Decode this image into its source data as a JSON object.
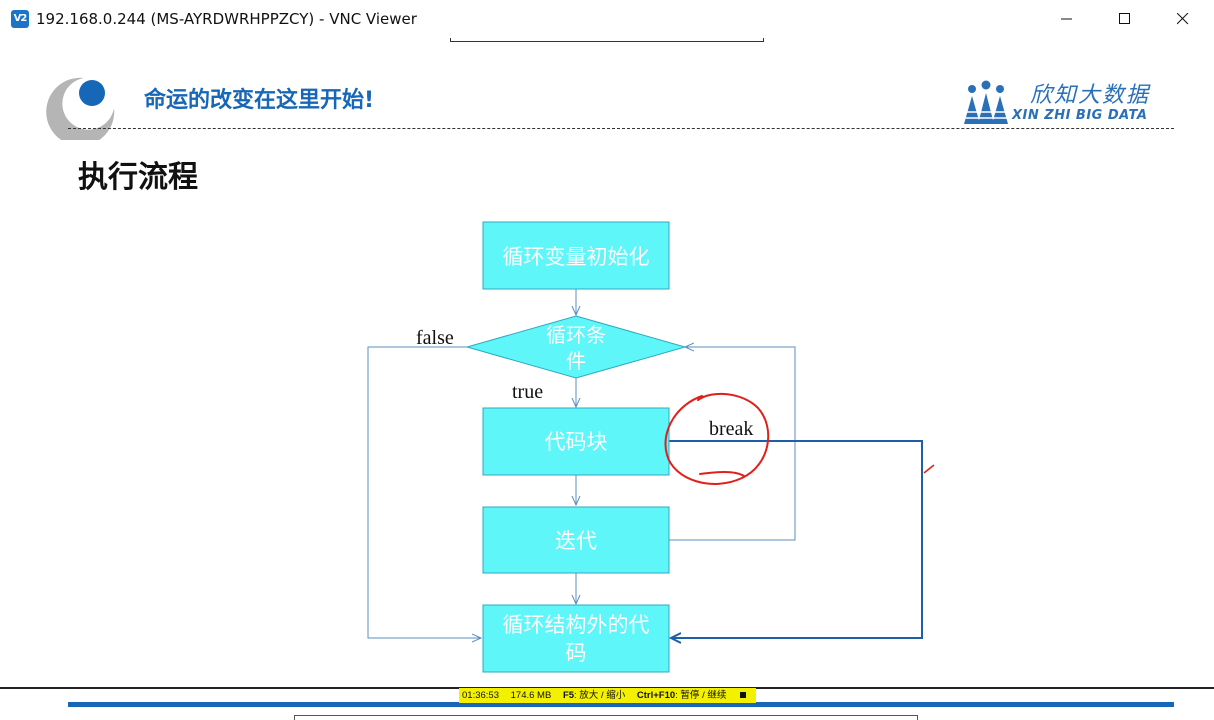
{
  "window": {
    "app_icon_text": "V2",
    "title": "192.168.0.244 (MS-AYRDWRHPPZCY) - VNC Viewer",
    "buttons": [
      "minimize",
      "maximize",
      "close"
    ]
  },
  "slide": {
    "slogan": "命运的改变在这里开始!",
    "brand_cn": "欣知大数据",
    "brand_en": "XIN ZHI BIG DATA",
    "heading": "执行流程"
  },
  "flowchart": {
    "nodes": {
      "init": "循环变量初始化",
      "condition_line1": "循环条",
      "condition_line2": "件",
      "code_block": "代码块",
      "iterate": "迭代",
      "after_line1": "循环结构外的代",
      "after_line2": "码"
    },
    "edge_labels": {
      "false": "false",
      "true": "true",
      "break": "break"
    },
    "colors": {
      "node_fill": "#5ef6f8",
      "node_stroke": "#2fa9c2",
      "break_line": "#1e5fa8",
      "annotation": "#e0201a"
    }
  },
  "status_bar": {
    "elapsed": "01:36:53",
    "memory": "174.6 MB",
    "zoom_key": "F5",
    "zoom_text": ": 放大 / 缩小",
    "pause_key": "Ctrl+F10",
    "pause_text": ": 暂停 / 继续"
  },
  "icons": [
    "vnc-app-icon",
    "minimize-icon",
    "maximize-icon",
    "close-icon",
    "stop-icon"
  ]
}
